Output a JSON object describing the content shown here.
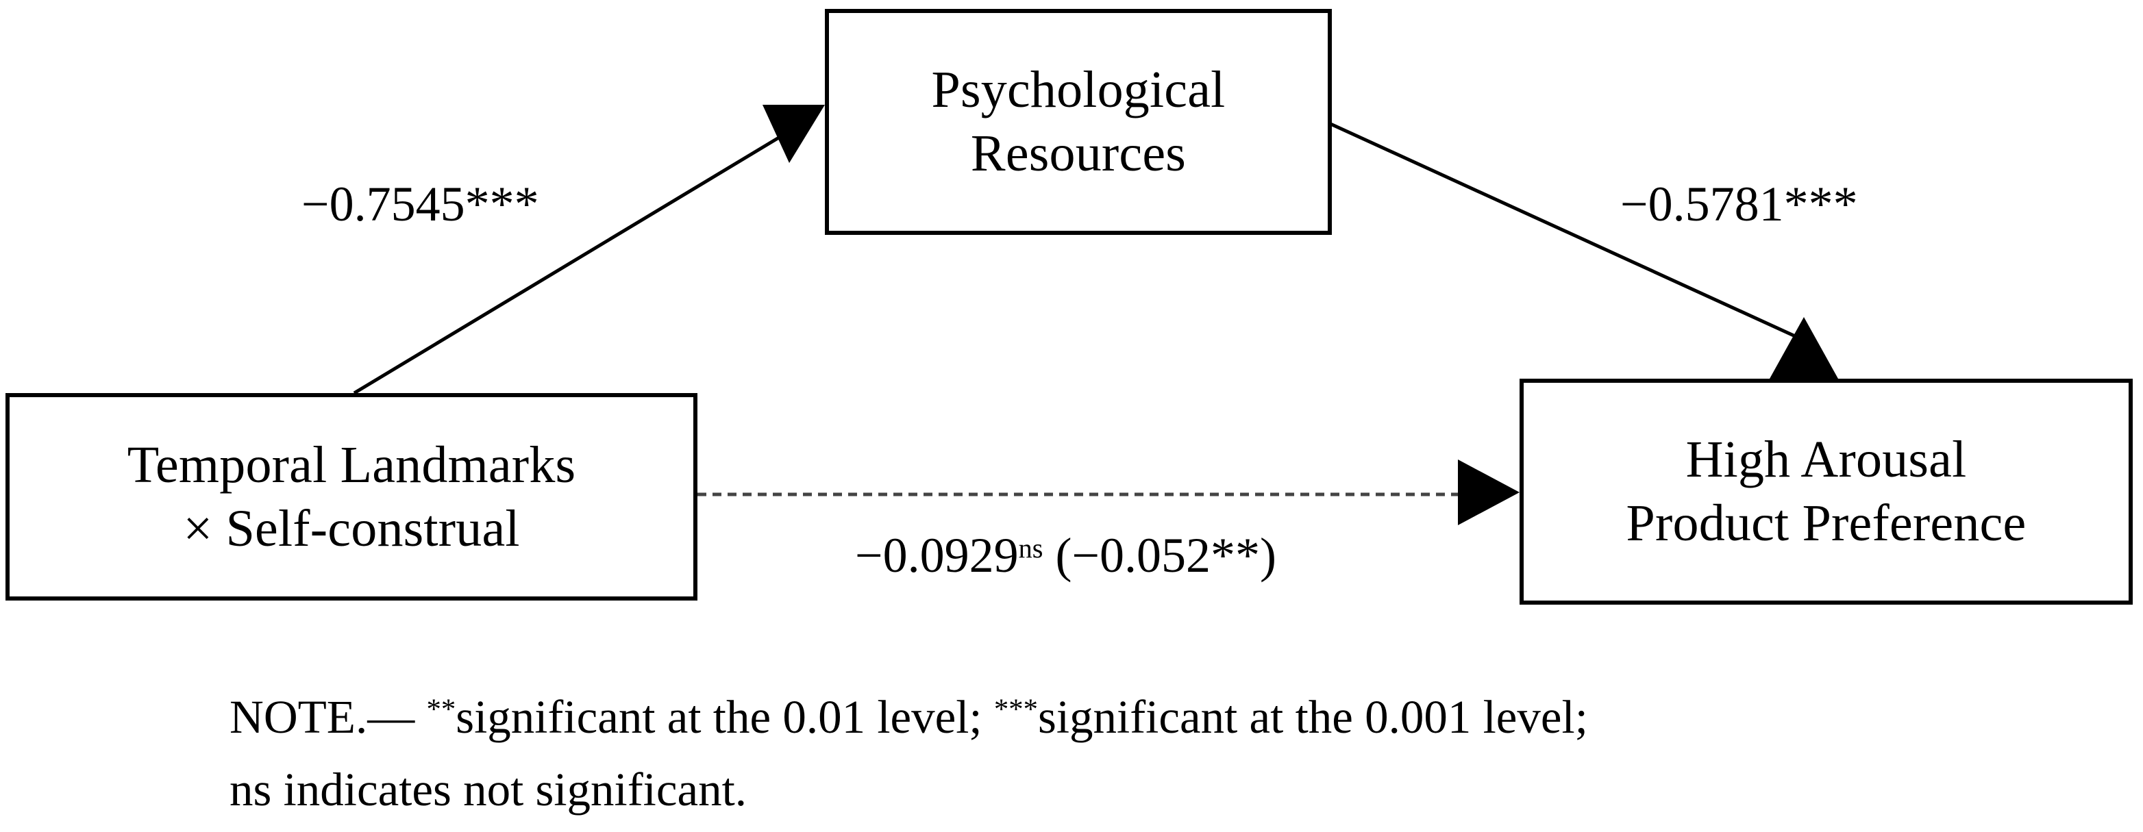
{
  "figure": {
    "type": "mediation-path-diagram",
    "background_color": "#ffffff",
    "line_color": "#000000"
  },
  "nodes": {
    "mediator": {
      "id": "psychological-resources",
      "line1": "Psychological",
      "line2": "Resources"
    },
    "predictor": {
      "id": "temporal-landmarks-self-construal",
      "line1": "Temporal Landmarks",
      "line2": "× Self-construal"
    },
    "outcome": {
      "id": "high-arousal-product-preference",
      "line1": "High Arousal",
      "line2": "Product Preference"
    }
  },
  "edges": {
    "a_path": {
      "from": "temporal-landmarks-self-construal",
      "to": "psychological-resources",
      "style": "solid",
      "coefficient": "−0.7545",
      "significance": "***",
      "label": "−0.7545***"
    },
    "b_path": {
      "from": "psychological-resources",
      "to": "high-arousal-product-preference",
      "style": "solid",
      "coefficient": "−0.5781",
      "significance": "***",
      "label": "−0.5781***"
    },
    "c_path": {
      "from": "temporal-landmarks-self-construal",
      "to": "high-arousal-product-preference",
      "style": "dashed",
      "direct_effect": "−0.0929",
      "direct_significance": "ns",
      "total_effect": "(−0.052**)",
      "label_main": "−0.0929",
      "label_sup": "ns",
      "label_paren": " (−0.052**)"
    }
  },
  "note": {
    "line1": "NOTE.— ",
    "line1_sup1": "**",
    "line1_mid": "significant at the 0.01 level; ",
    "line1_sup2": "***",
    "line1_end": "significant at the 0.001 level;",
    "line2": "ns indicates not significant."
  },
  "chart_data": {
    "type": "diagram",
    "title": "",
    "nodes": [
      "Temporal Landmarks × Self-construal",
      "Psychological Resources",
      "High Arousal Product Preference"
    ],
    "edges": [
      {
        "source": "Temporal Landmarks × Self-construal",
        "target": "Psychological Resources",
        "value": -0.7545,
        "label": "−0.7545***",
        "significance": "p < 0.001",
        "style": "solid"
      },
      {
        "source": "Psychological Resources",
        "target": "High Arousal Product Preference",
        "value": -0.5781,
        "label": "−0.5781***",
        "significance": "p < 0.001",
        "style": "solid"
      },
      {
        "source": "Temporal Landmarks × Self-construal",
        "target": "High Arousal Product Preference",
        "value": -0.0929,
        "label": "−0.0929ns (−0.052**)",
        "significance": "not significant",
        "total_effect": -0.052,
        "total_effect_significance": "p < 0.01",
        "style": "dashed"
      }
    ]
  }
}
